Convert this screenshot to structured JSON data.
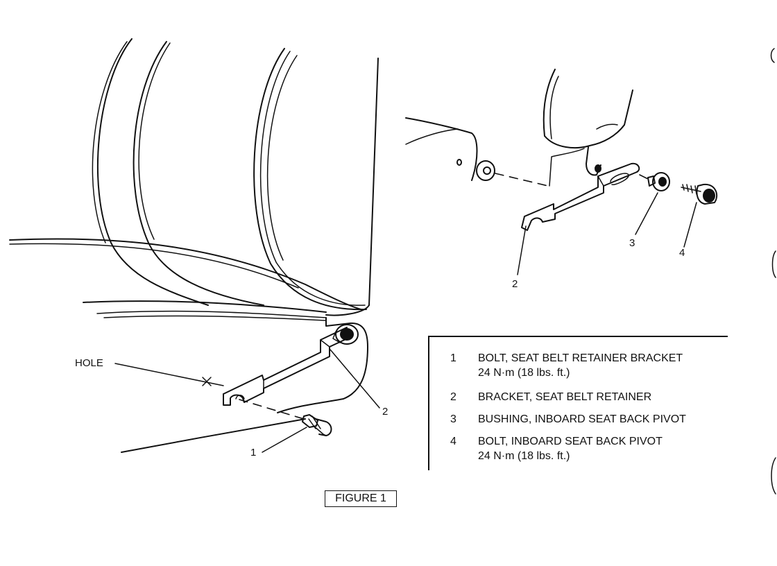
{
  "callouts": {
    "hole": "HOLE",
    "main_1": "1",
    "main_2": "2",
    "detail_2": "2",
    "detail_3": "3",
    "detail_4": "4"
  },
  "legend": [
    {
      "num": "1",
      "lines": [
        "BOLT, SEAT BELT RETAINER BRACKET",
        "24 N·m (18 lbs. ft.)"
      ]
    },
    {
      "num": "2",
      "lines": [
        "BRACKET, SEAT BELT RETAINER"
      ]
    },
    {
      "num": "3",
      "lines": [
        "BUSHING, INBOARD SEAT BACK PIVOT"
      ]
    },
    {
      "num": "4",
      "lines": [
        "BOLT, INBOARD SEAT BACK PIVOT",
        "24 N·m (18 lbs. ft.)"
      ]
    }
  ],
  "figure_label": "FIGURE 1"
}
